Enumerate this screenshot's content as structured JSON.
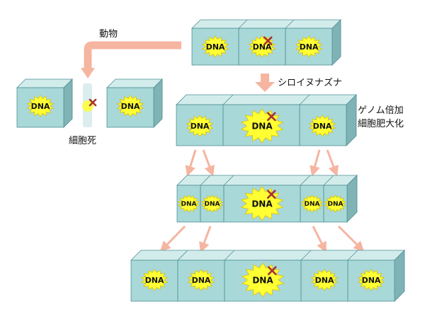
{
  "labels": {
    "animal": "動物",
    "cell_death": "細胞死",
    "species": "シロイヌナズナ",
    "genome_doubling": "ゲノム倍加",
    "cell_enlargement": "細胞肥大化"
  },
  "dna_text": "DNA",
  "colors": {
    "cube_front": "#a8d8d8",
    "cube_top": "#d2ecec",
    "cube_side": "#7fb3b6",
    "cube_stroke": "#4f8f94",
    "star_fill": "#ffff33",
    "star_stroke": "#e0c200",
    "damage_mark": "#a83232",
    "arrow": "#f5b5a0"
  }
}
